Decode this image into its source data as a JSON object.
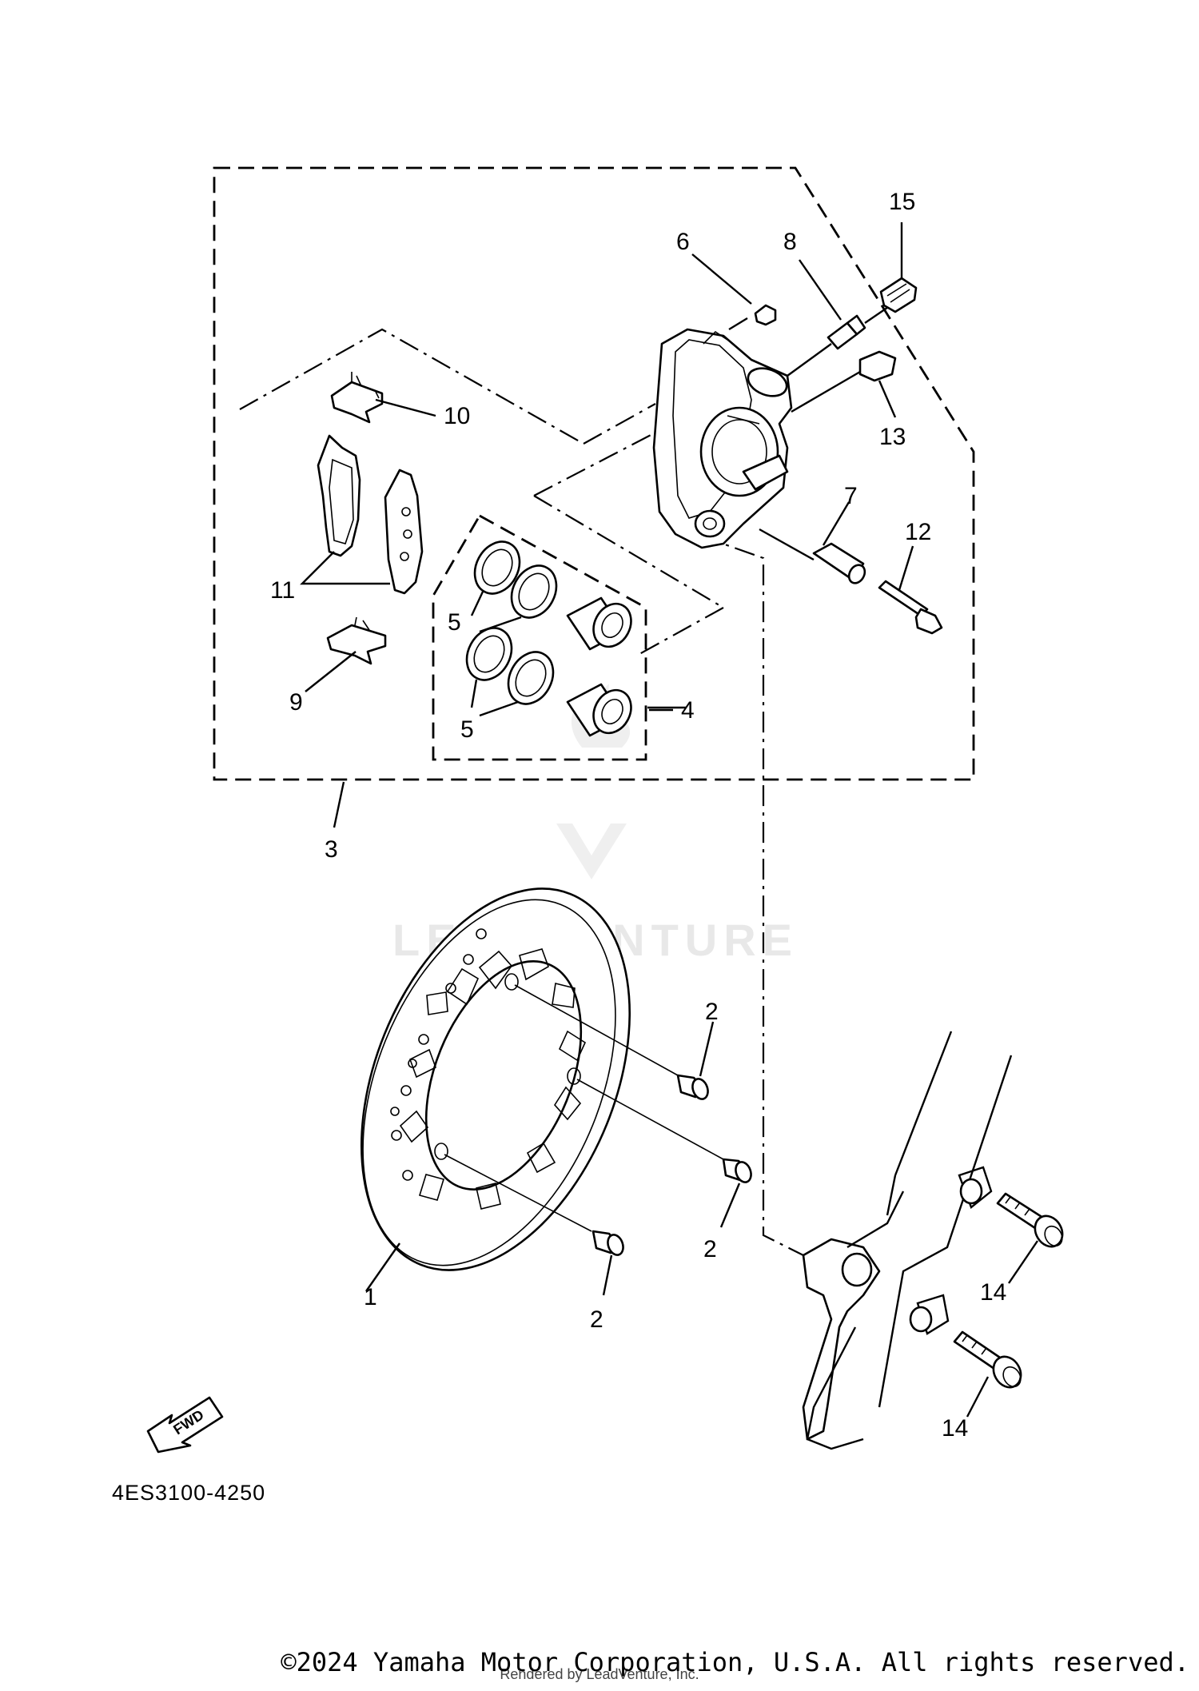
{
  "diagram": {
    "part_code": "4ES3100-4250",
    "fwd_label": "FWD",
    "callouts": {
      "c1": "1",
      "c2a": "2",
      "c2b": "2",
      "c2c": "2",
      "c3": "3",
      "c4": "4",
      "c5a": "5",
      "c5b": "5",
      "c6": "6",
      "c7": "7",
      "c8": "8",
      "c9": "9",
      "c10": "10",
      "c11": "11",
      "c12": "12",
      "c13": "13",
      "c14a": "14",
      "c14b": "14",
      "c15": "15"
    }
  },
  "watermark": {
    "brand": "LEADVENTURE",
    "rendered_by": "Rendered by LeadVenture, Inc."
  },
  "footer": {
    "copyright": "©2024 Yamaha Motor Corporation, U.S.A. All rights reserved."
  }
}
